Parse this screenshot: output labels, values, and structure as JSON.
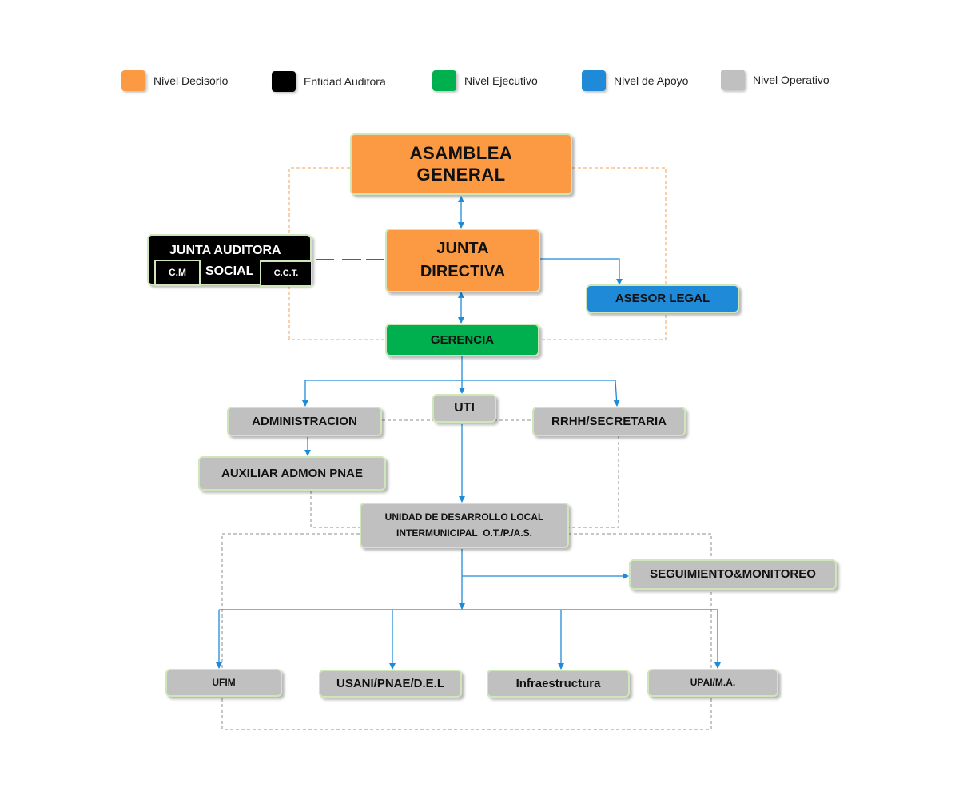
{
  "legend": [
    {
      "label": "Nivel Decisorio",
      "color": "#fb9a43"
    },
    {
      "label": "Entidad Auditora",
      "color": "#000000"
    },
    {
      "label": "Nivel Ejecutivo",
      "color": "#00b04f"
    },
    {
      "label": "Nivel de Apoyo",
      "color": "#1f8bd8"
    },
    {
      "label": "Nivel Operativo",
      "color": "#c0c0c0"
    }
  ],
  "nodes": {
    "asamblea": {
      "line1": "ASAMBLEA",
      "line2": "GENERAL"
    },
    "junta_directiva": {
      "line1": "JUNTA",
      "line2": "DIRECTIVA"
    },
    "junta_auditora": {
      "line1": "JUNTA AUDITORA",
      "line2": "SOCIAL",
      "left_box": "C.M",
      "right_box": "C.C.T."
    },
    "asesor_legal": "ASESOR LEGAL",
    "gerencia": "GERENCIA",
    "uti": "UTI",
    "administracion": "ADMINISTRACION",
    "rrhh": "RRHH/SECRETARIA",
    "auxiliar": "AUXILIAR ADMON PNAE",
    "unidad": {
      "line1": "UNIDAD DE DESARROLLO LOCAL",
      "line2": "INTERMUNICIPAL  O.T./P./A.S."
    },
    "seguimiento": "SEGUIMIENTO&MONITOREO",
    "ufim": "UFIM",
    "usani": "USANI/PNAE/D.E.L",
    "infraestructura": "Infraestructura",
    "upai": "UPAI/M.A."
  },
  "colors": {
    "connector_blue": "#1f8bd8",
    "dashed_orange": "#f0a05a",
    "dashed_gray": "#8c8c8c"
  }
}
